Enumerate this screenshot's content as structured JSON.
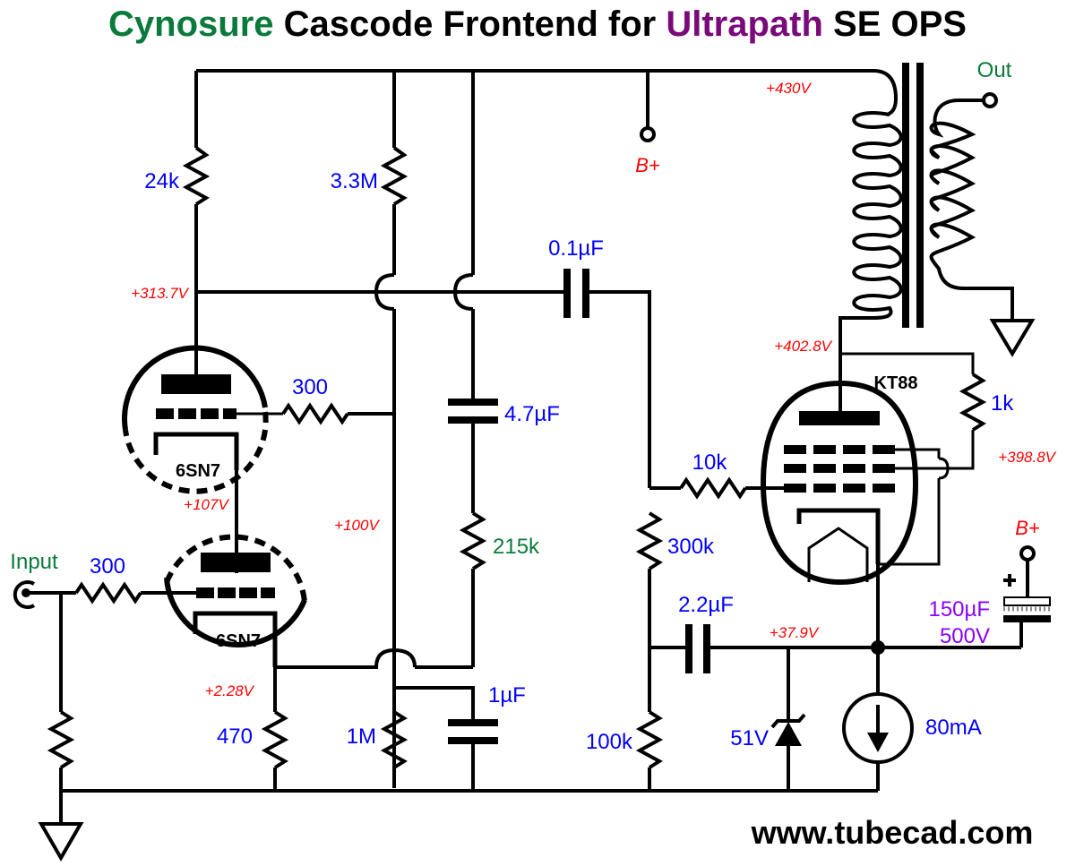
{
  "title": {
    "parts": [
      {
        "text": "Cynosure",
        "color": "#0a7a3a"
      },
      {
        "text": " Cascode Frontend for ",
        "color": "#000000"
      },
      {
        "text": "Ultrapath",
        "color": "#7a0a7a"
      },
      {
        "text": " SE OPS",
        "color": "#000000"
      }
    ]
  },
  "colors": {
    "component_value": "#0000ff",
    "voltage": "#ff0000",
    "port_label": "#0a7a3a",
    "cap_150": "#8a00ff",
    "wire": "#000000"
  },
  "ports": {
    "input": "Input",
    "output": "Out",
    "bplus_top": "B+",
    "bplus_right": "B+"
  },
  "tubes": {
    "upper": "6SN7",
    "lower": "6SN7",
    "output": "KT88"
  },
  "components": {
    "r_24k": "24k",
    "r_3m3": "3.3M",
    "r_300_upper": "300",
    "r_300_input": "300",
    "r_215k": "215k",
    "r_470": "470",
    "r_1m": "1M",
    "r_10k": "10k",
    "r_300k": "300k",
    "r_100k": "100k",
    "r_1k": "1k",
    "c_0u1": "0.1µF",
    "c_4u7": "4.7µF",
    "c_1u": "1µF",
    "c_2u2": "2.2µF",
    "c_150u_value": "150µF",
    "c_150u_voltage": "500V",
    "zener": "51V",
    "ccs": "80mA"
  },
  "voltages": {
    "v430": "+430V",
    "v313": "+313.7V",
    "v402": "+402.8V",
    "v398": "+398.8V",
    "v107": "+107V",
    "v100": "+100V",
    "v2_28": "+2.28V",
    "v37_9": "+37.9V"
  },
  "footer": {
    "url": "www.tubecad.com"
  }
}
